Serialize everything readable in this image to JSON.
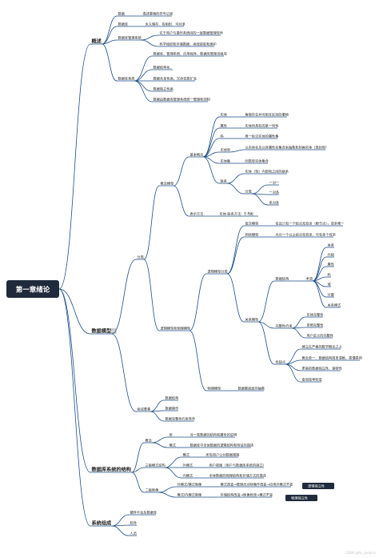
{
  "root": "第一章绪论",
  "watermark": "CSDN @Nu_Jenkins",
  "colors": {
    "line": "#1d4e89",
    "root_bg": "#1f2a3c",
    "text": "#222222"
  },
  "sections": {
    "overview": {
      "label": "概述",
      "data": "数据",
      "data_def": "描述事物的符号记录",
      "db": "数据库",
      "db_def": "永久储存、有组织、可共享",
      "dbms": "数据库管理系统",
      "dbms_1": "位于用户与操作系统间的一层数据管理软件",
      "dbms_2": "科学组织和存储数据、高效获取和维护",
      "dbs": "数据库系统",
      "dbs_1": "数据库、管理系统、应用程序、数据库管理员组成",
      "dbs_2": "数据结构化、",
      "dbs_3": "数据共享性高、冗余低易扩充",
      "dbs_4": "数据独立性高",
      "dbs_5": "数据由数据库管理系统统一管理和控制"
    },
    "model": {
      "label": "数据模型",
      "classify": "分类",
      "conceptual": "概念模型",
      "basic": "基本概念",
      "entity": "实体",
      "entity_def": "客观存在并可相互区别的事物",
      "attr": "属性",
      "attr_def": "实体所具有的某一特性",
      "key": "码",
      "key_def": "唯一标识实体的属性集",
      "etype": "实体型",
      "etype_def": "以实体名及以其属性名集合来抽象和刻画实体（类别型）",
      "eset": "实体集",
      "eset_def": "同类型实体集合",
      "link": "联系",
      "link_def": "实体（型）内部和之间的联系",
      "kinds": "分类",
      "one": "一对一",
      "many1": "一对多",
      "many": "多对多",
      "repr": "表示方法",
      "repr_def": "实体-联系方法：E-R图",
      "logic_phys": "逻辑模型和物理模型",
      "logic": "逻辑模型分类",
      "hier": "层次模型",
      "hier_def": "有且只有一个结点无双亲（根节点），双亲唯一",
      "net": "网状模型",
      "net_def": "允许一个以上结点无双亲、可有多个双亲",
      "rel": "关系模型",
      "struct": "数据结构",
      "terms": "术语",
      "t1": "关系",
      "t2": "元组",
      "t3": "属性",
      "t4": "码",
      "t5": "域",
      "t6": "分量",
      "t7": "关系模式",
      "ops": "完整性约束",
      "c1": "实体完整性",
      "c2": "参照完整性",
      "c3": "用户定义的完整性",
      "pros": "优缺点",
      "p1": "建立在严格的数学概念之上",
      "p2": "概念单一、数据结构简单清晰、易懂易用",
      "p3": "更高的数据独立性、保密性",
      "p4": "查询效率较低",
      "phys": "物理模型",
      "phys_def": "数据最底层的抽象",
      "elements": "组成要素",
      "e1": "数据结构",
      "e2": "数据操作",
      "e3": "数据完整性约束条件"
    },
    "structure": {
      "label": "数据库系统的结构",
      "concepts": "概念",
      "type": "型",
      "type_def": "对一类数据的结构和属性的说明",
      "schema": "模式",
      "schema_def": "数据库中全体数据的逻辑结构和特征的描述",
      "three": "三级模式结构",
      "mode": "模式",
      "mode_def": "所有用户公共数据视图",
      "ext": "外模式",
      "ext_def": "用户视图（用户与数据库系统的接口）",
      "int": "内模式",
      "int_def": "全体数据的物理结构和存储方式的描述",
      "two": "二级映像",
      "m1": "外模式/模式映像",
      "m1_def": "模式改变→管理员对映像作改变→应用外模式不变",
      "m2": "模式/内模式映像",
      "m2_def": "存储结构改变→映像修改→模式不变",
      "tag1": "逻辑独立性",
      "tag2": "物理独立性"
    },
    "system": {
      "label": "系统组成",
      "s1": "硬件平台及数据库",
      "s2": "软件",
      "s3": "人员"
    }
  }
}
